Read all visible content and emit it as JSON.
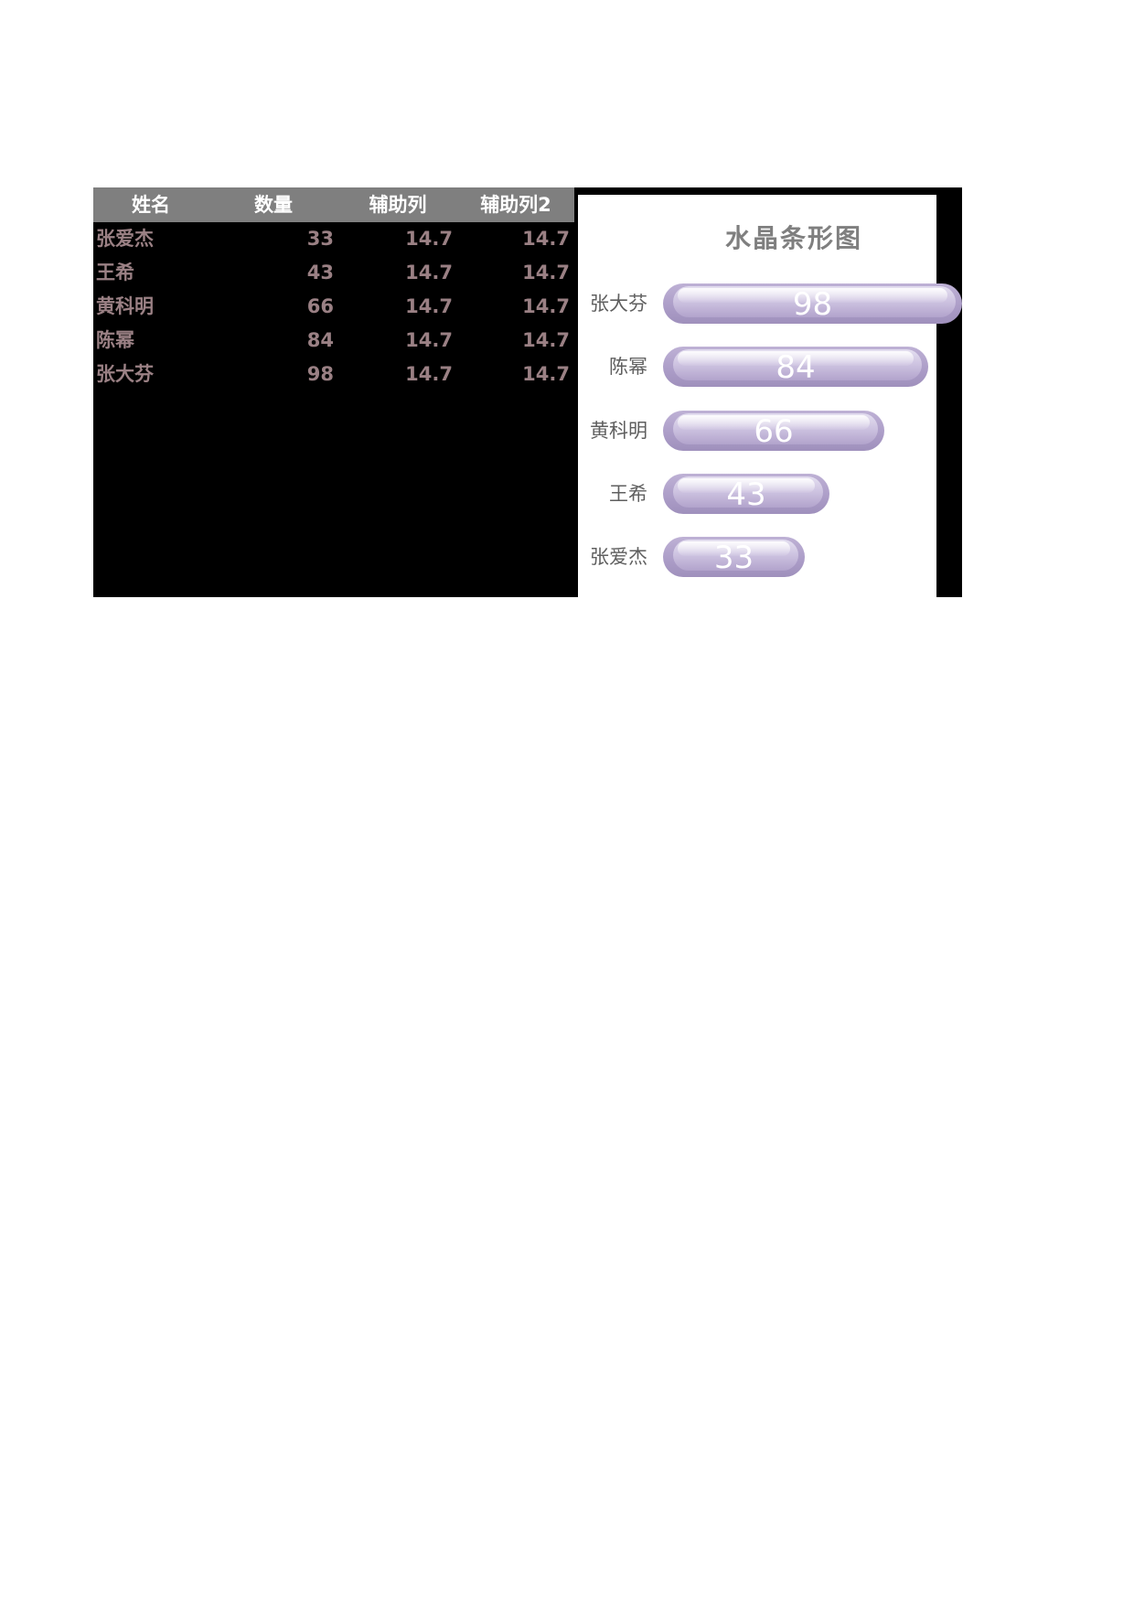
{
  "sheet": {
    "table": {
      "headers": [
        "姓名",
        "数量",
        "辅助列",
        "辅助列2"
      ],
      "rows": [
        [
          "张爱杰",
          "33",
          "14.7",
          "14.7"
        ],
        [
          "王希",
          "43",
          "14.7",
          "14.7"
        ],
        [
          "黄科明",
          "66",
          "14.7",
          "14.7"
        ],
        [
          "陈幂",
          "84",
          "14.7",
          "14.7"
        ],
        [
          "张大芬",
          "98",
          "14.7",
          "14.7"
        ]
      ]
    }
  },
  "chart_data": {
    "type": "bar",
    "orientation": "horizontal",
    "title": "水晶条形图",
    "categories": [
      "张大芬",
      "陈幂",
      "黄科明",
      "王希",
      "张爱杰"
    ],
    "values": [
      98,
      84,
      66,
      43,
      33
    ],
    "value_labels": [
      "98",
      "84",
      "66",
      "43",
      "33"
    ],
    "xlim": [
      0,
      100
    ],
    "grid": false,
    "legend": false,
    "bar_style": "glossy-crystal-pill"
  },
  "colors": {
    "page_bg": "#ffffff",
    "sheet_bg": "#000000",
    "header_bg": "#7f7f7f",
    "header_text": "#ffffff",
    "cell_text": "#9a8084",
    "chart_bg": "#ffffff",
    "chart_title": "#7f7f7f",
    "category_label": "#5f5f5f",
    "bar_fill": "#b2a4cc",
    "bar_edge": "#a596c1",
    "bar_highlight": "#e4dff0",
    "value_text": "#ffffff"
  }
}
